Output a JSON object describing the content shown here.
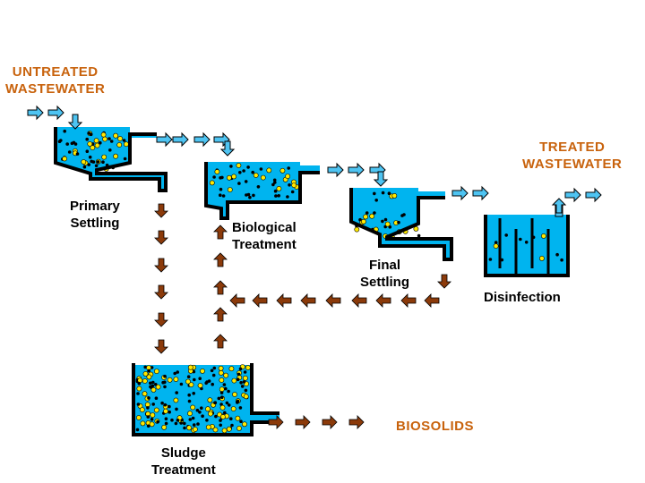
{
  "labels": {
    "untreated": [
      "UNTREATED",
      "WASTEWATER"
    ],
    "treated": [
      "TREATED",
      "WASTEWATER"
    ],
    "primary": [
      "Primary",
      "Settling"
    ],
    "biological": [
      "Biological",
      "Treatment"
    ],
    "final": [
      "Final",
      "Settling"
    ],
    "disinfection": "Disinfection",
    "sludge": [
      "Sludge",
      "Treatment"
    ],
    "biosolids": "BIOSOLIDS"
  },
  "colors": {
    "water": "#00b4ef",
    "flow_arrow": "#4ec4f2",
    "sludge_arrow": "#8b3a0a",
    "accent_text": "#c8620c",
    "particle_yellow": "#ffe800",
    "outline": "#000000"
  },
  "icons": {
    "flow": "blue-arrow-right-icon",
    "sludge": "brown-arrow-icon",
    "particle": "particle-dot-icon"
  }
}
